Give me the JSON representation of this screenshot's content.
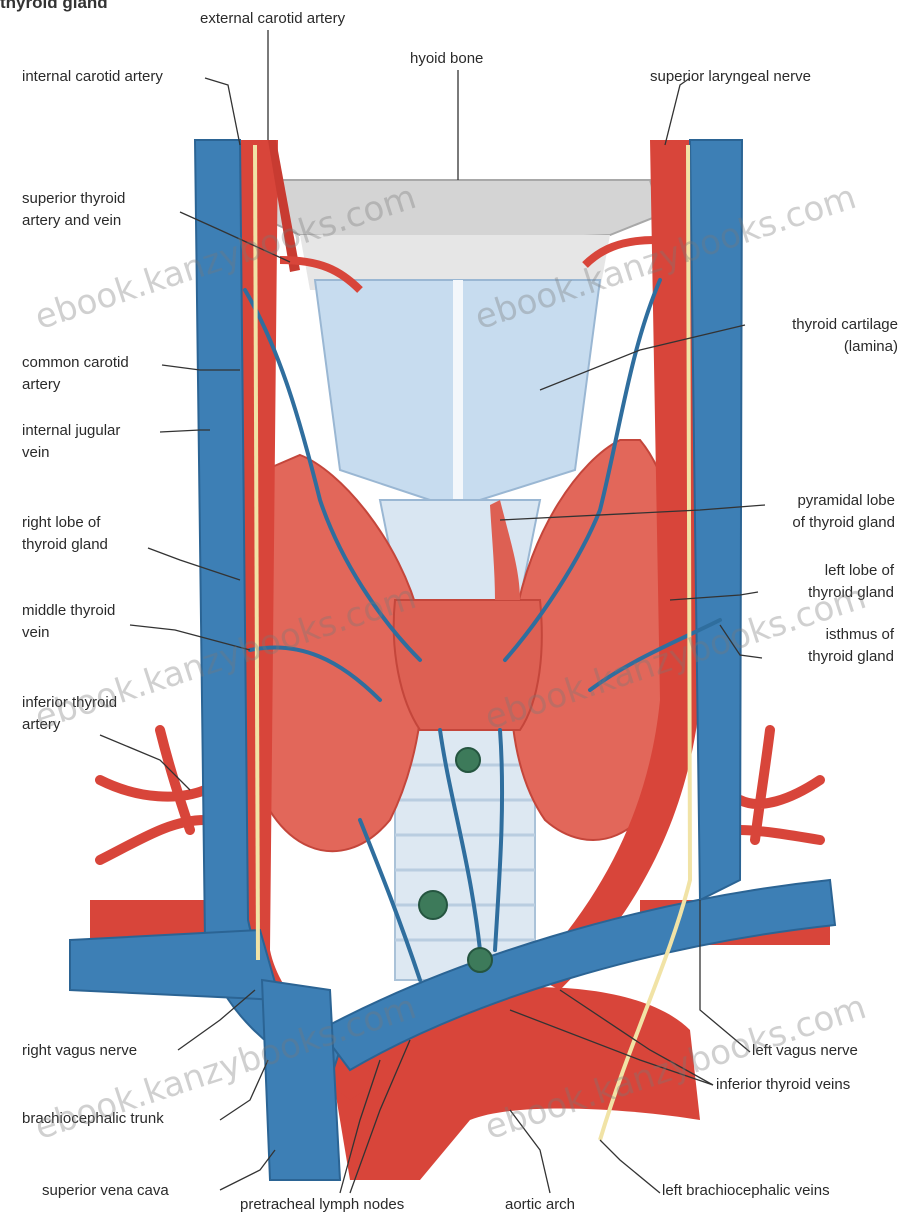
{
  "header": {
    "title_fragment": "thyroid gland"
  },
  "labels": {
    "external_carotid_artery": "external carotid artery",
    "hyoid_bone": "hyoid bone",
    "internal_carotid_artery": "internal carotid artery",
    "superior_laryngeal_nerve": "superior laryngeal nerve",
    "superior_thyroid_artery_and_vein": [
      "superior thyroid",
      "artery and vein"
    ],
    "thyroid_cartilage": [
      "thyroid cartilage",
      "(lamina)"
    ],
    "common_carotid_artery": [
      "common carotid",
      "artery"
    ],
    "internal_jugular_vein": [
      "internal jugular",
      "vein"
    ],
    "pyramidal_lobe": [
      "pyramidal lobe",
      "of thyroid gland"
    ],
    "right_lobe": [
      "right lobe of",
      "thyroid gland"
    ],
    "left_lobe": [
      "left lobe of",
      "thyroid gland"
    ],
    "middle_thyroid_vein": [
      "middle thyroid",
      "vein"
    ],
    "isthmus": [
      "isthmus of",
      "thyroid gland"
    ],
    "inferior_thyroid_artery": [
      "inferior thyroid",
      "artery"
    ],
    "right_vagus_nerve": "right vagus nerve",
    "left_vagus_nerve": "left vagus nerve",
    "inferior_thyroid_veins": "inferior thyroid veins",
    "brachiocephalic_trunk": "brachiocephalic trunk",
    "superior_vena_cava": "superior vena cava",
    "pretracheal_lymph_nodes": "pretracheal lymph nodes",
    "aortic_arch": "aortic arch",
    "left_brachiocephalic_veins": "left brachiocephalic veins"
  },
  "watermarks": [
    "ebook.kanzybooks.com",
    "ebook.kanzybooks.com",
    "ebook.kanzybooks.com",
    "ebook.kanzybooks.com",
    "ebook.kanzybooks.com",
    "ebook.kanzybooks.com"
  ],
  "colors": {
    "vein": "#3d7fb5",
    "artery": "#d9473c",
    "gland": "#e0685c",
    "cartilage": "#c8def0",
    "bone": "#d6d6d6",
    "node": "#3d7a5a",
    "nerve": "#f1e3a6"
  }
}
